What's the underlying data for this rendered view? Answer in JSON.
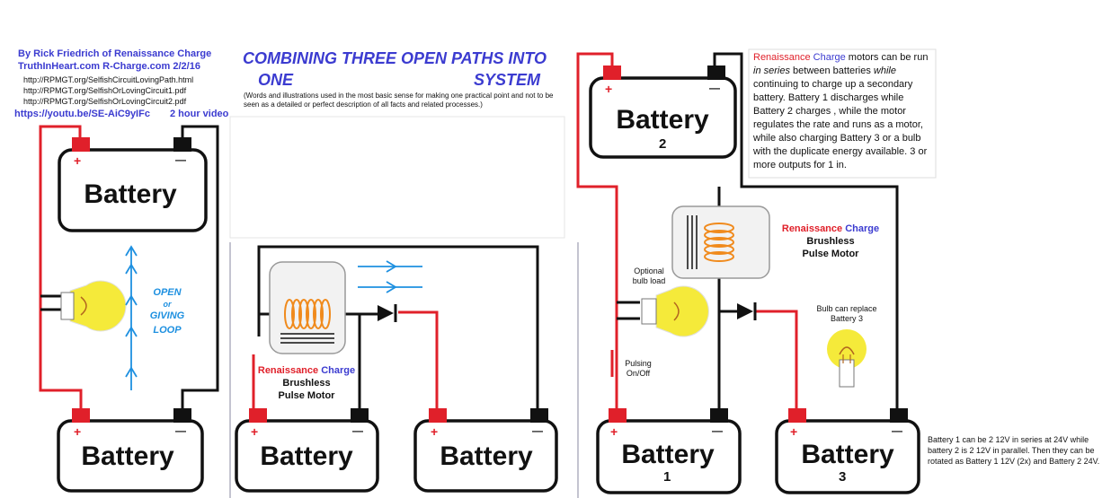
{
  "credits": {
    "author_line": "By Rick Friedrich of Renaissance Charge",
    "site_line": "TruthInHeart.com  R-Charge.com  2/2/16",
    "links": [
      "http://RPMGT.org/SelfishCircuitLovingPath.html",
      "http://RPMGT.org/SelfishOrLovingCircuit1.pdf",
      "http://RPMGT.org/SelfishOrLovingCircuit2.pdf"
    ],
    "youtube": "https://youtu.be/SE-AiC9yIFc",
    "youtube_note": "2 hour video"
  },
  "title": {
    "line1": "COMBINING THREE OPEN PATHS INTO",
    "line2_left": "ONE",
    "line2_right": "SYSTEM",
    "disclaimer": "(Words and illustrations used in the most basic sense for making one practical point and not to be seen as a detailed or perfect description of all facts and related processes.)"
  },
  "battery": {
    "label": "Battery",
    "plus": "+",
    "minus": "—"
  },
  "left_panel": {
    "loop_lines": [
      "OPEN",
      "or",
      "GIVING",
      "LOOP"
    ]
  },
  "motor": {
    "brand_red": "Renaissance",
    "brand_blue": "Charge",
    "line2": "Brushless",
    "line3": "Pulse Motor"
  },
  "right_panel": {
    "battery_numbers": [
      "2",
      "1",
      "3"
    ],
    "optional_bulb": [
      "Optional",
      "bulb load"
    ],
    "pulsing": [
      "Pulsing",
      "On/Off"
    ],
    "bulb_replace": [
      "Bulb can replace",
      "Battery 3"
    ],
    "description_brand_red": "Renaissance",
    "description_brand_blue": "Charge",
    "description_1": " motors can be run ",
    "description_italic_1": "in series",
    "description_2": " between batteries ",
    "description_italic_2": "while",
    "description_3": " continuing to charge up a secondary battery. Battery 1 discharges while Battery 2 charges , while the motor regulates the rate and runs as a motor, while also charging Battery 3 or a bulb with the duplicate energy available. 3 or more outputs for 1 in.",
    "footnote": "Battery 1 can be 2 12V in series at 24V while battery 2 is 2 12V in parallel. Then they can be rotated as Battery 1 12V (2x) and Battery 2 24V."
  },
  "colors": {
    "wire_red": "#e0202a",
    "wire_black": "#111111",
    "arrow_blue": "#1e90e0",
    "coil_orange": "#f08a1c",
    "bulb_yellow": "#f5ea3a",
    "title_blue": "#3b3bd0"
  }
}
